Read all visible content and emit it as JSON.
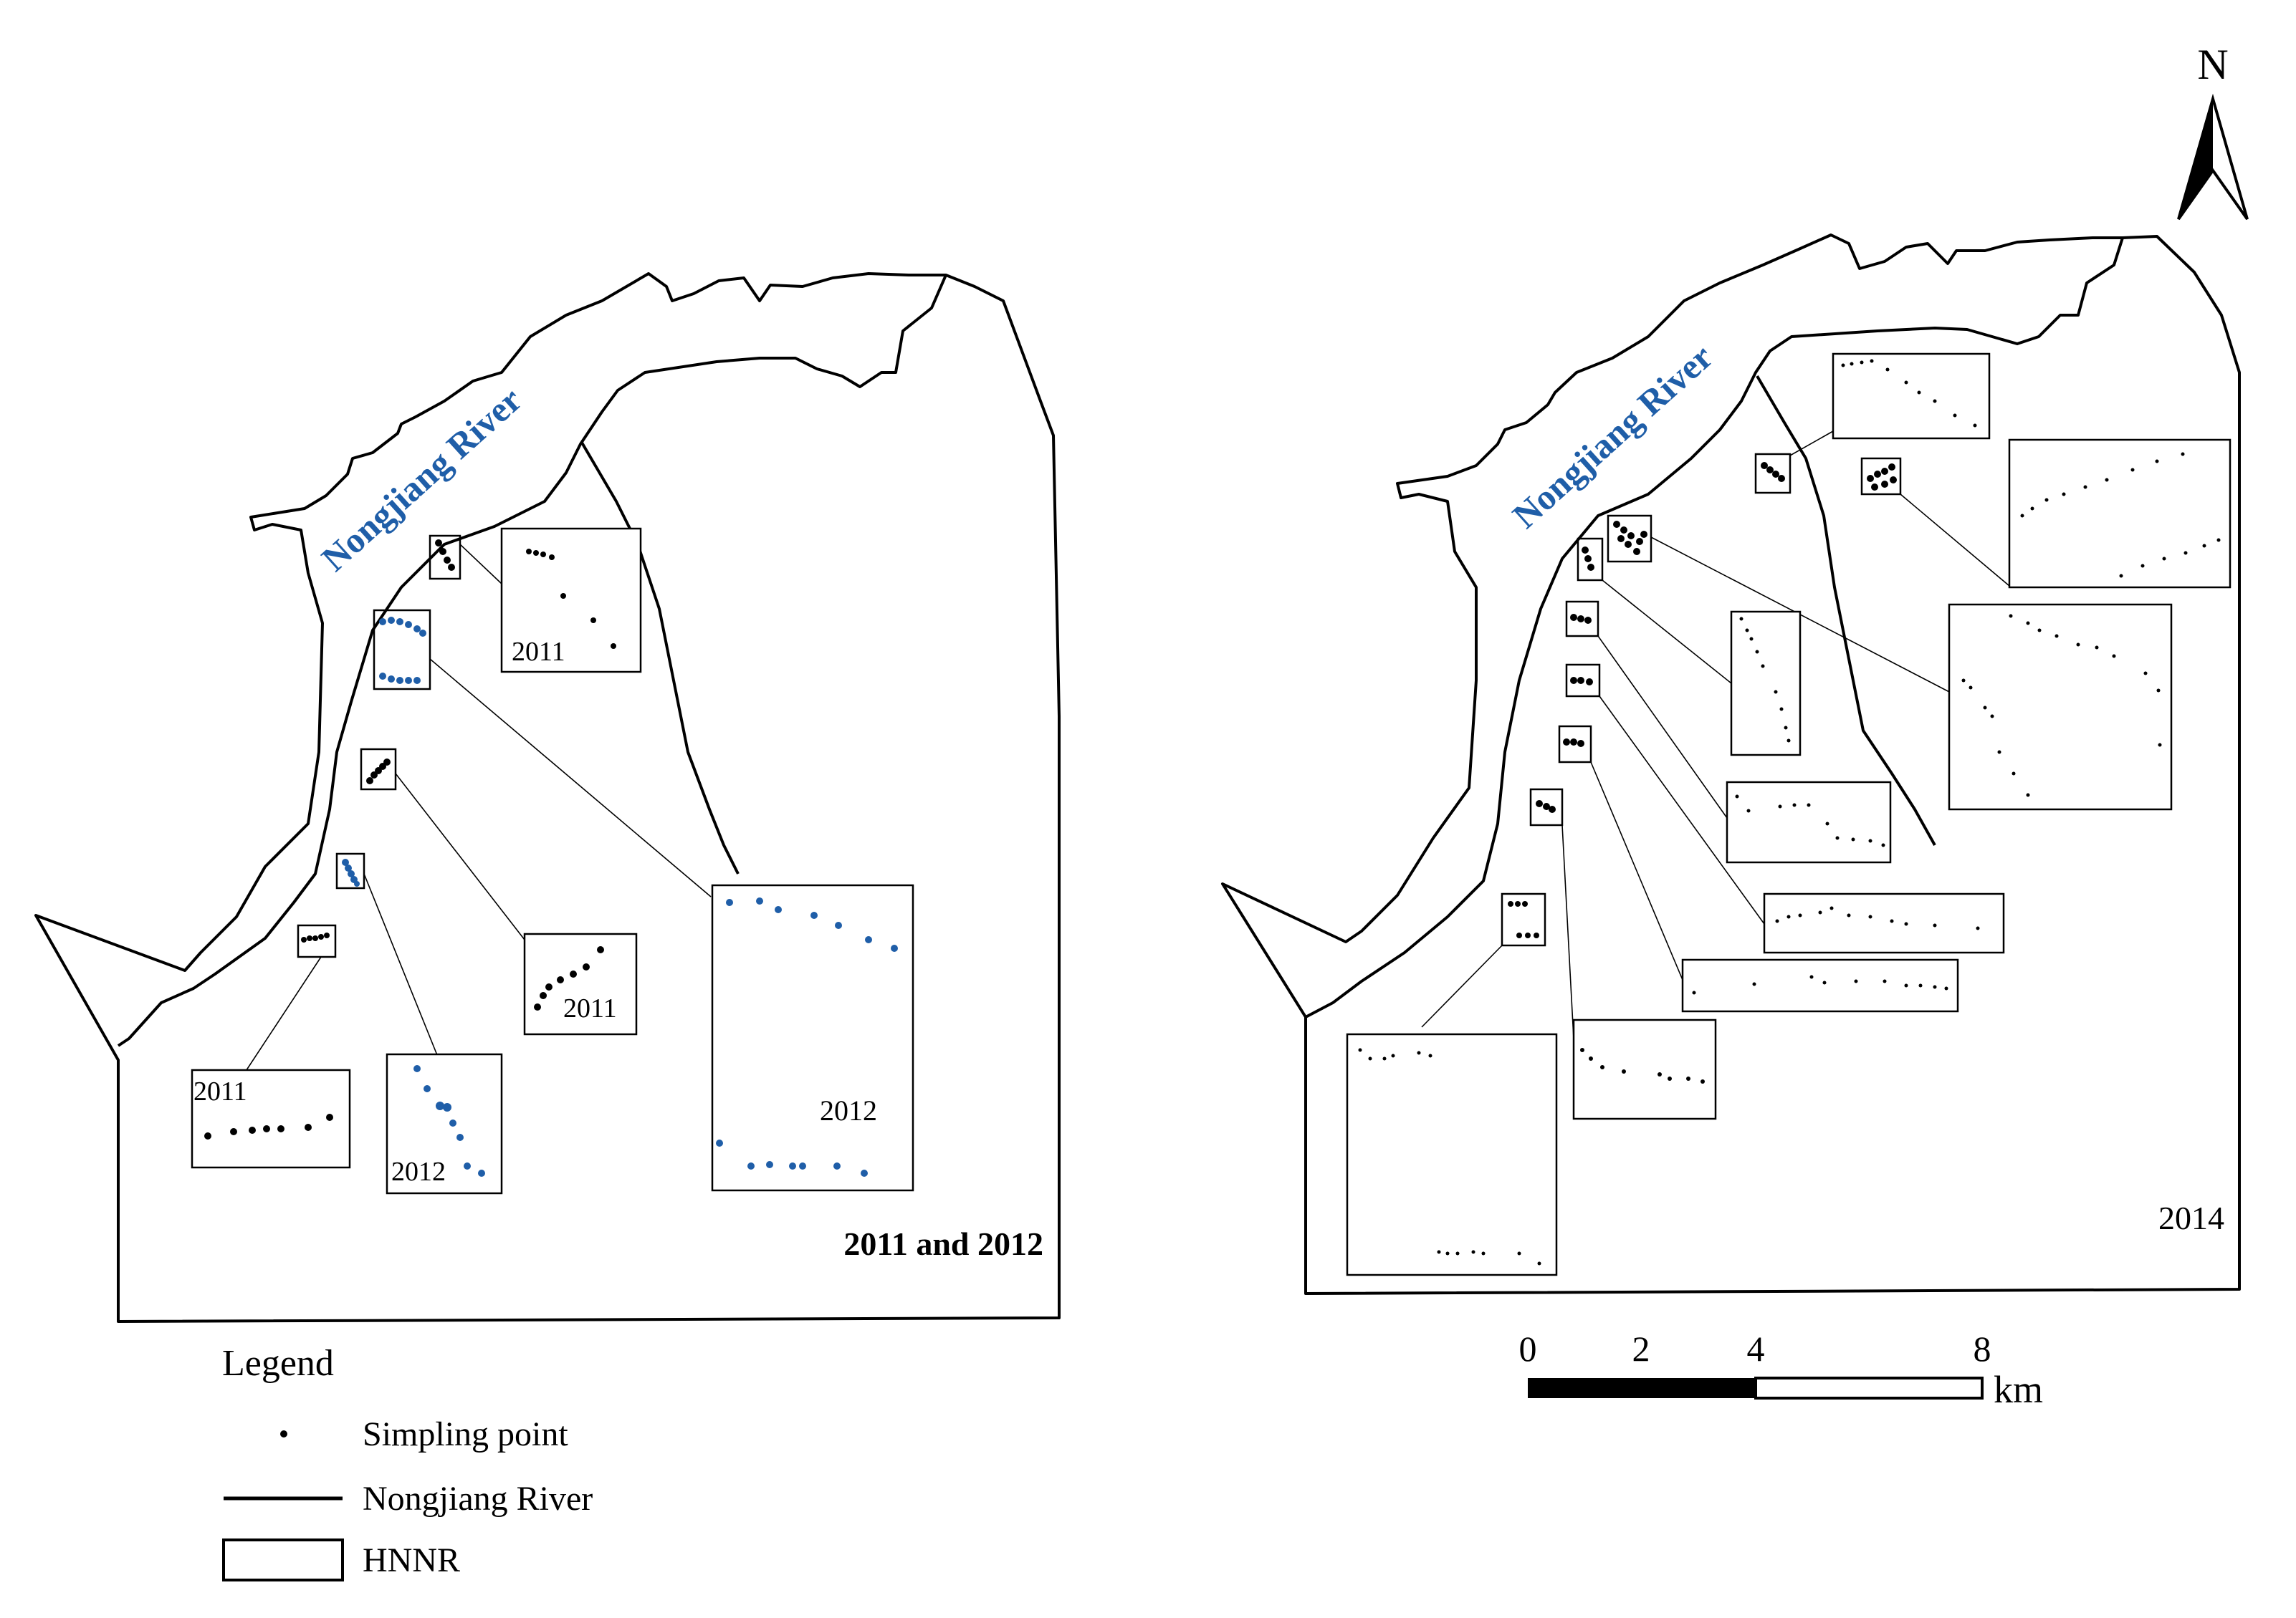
{
  "colors": {
    "blue_points": "#1f5ea8",
    "river_label": "#1f5ea8",
    "black": "#000000"
  },
  "north_arrow": {
    "label": "N"
  },
  "panels": {
    "left": {
      "river_label": "Nongjiang River",
      "caption": "2011 and 2012",
      "inset_labels": {
        "year_2011": "2011",
        "year_2012": "2012"
      }
    },
    "right": {
      "river_label": "Nongjiang River",
      "caption": "2014"
    }
  },
  "legend": {
    "title": "Legend",
    "items": [
      {
        "symbol": "sampling-point",
        "label": "Simpling point"
      },
      {
        "symbol": "river-line",
        "label": "Nongjiang River"
      },
      {
        "symbol": "boundary-box",
        "label": "HNNR"
      }
    ]
  },
  "scale_bar": {
    "ticks": [
      "0",
      "2",
      "4",
      "8"
    ],
    "unit": "km"
  }
}
